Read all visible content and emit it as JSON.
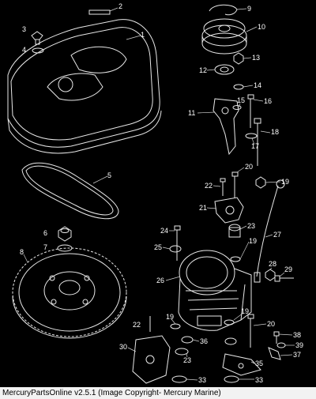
{
  "caption": "MercuryPartsOnline v2.5.1 (Image Copyright- Mercury Marine)",
  "callouts": [
    "1",
    "2",
    "3",
    "4",
    "5",
    "6",
    "7",
    "8",
    "9",
    "10",
    "11",
    "12",
    "13",
    "14",
    "15",
    "16",
    "17",
    "18",
    "19",
    "20",
    "21",
    "22",
    "23",
    "24",
    "25",
    "26",
    "27",
    "28",
    "29",
    "30",
    "33",
    "35",
    "36",
    "37",
    "38",
    "39"
  ]
}
